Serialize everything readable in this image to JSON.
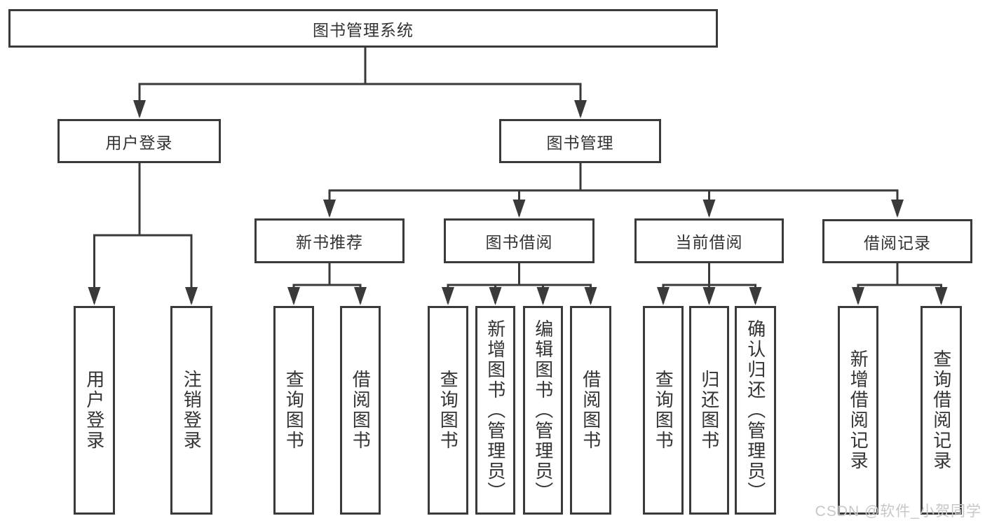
{
  "diagram": {
    "title": "图书管理系统",
    "level2": {
      "user_login": "用户登录",
      "book_mgmt": "图书管理"
    },
    "level3": {
      "new_books": "新书推荐",
      "book_borrow": "图书借阅",
      "current_borrow": "当前借阅",
      "borrow_records": "借阅记录"
    },
    "leaves": {
      "login": [
        "用户登录",
        "注销登录"
      ],
      "new_books": [
        "查询图书",
        "借阅图书"
      ],
      "book_borrow": [
        "查询图书",
        "新增图书（管理员）",
        "编辑图书（管理员）",
        "借阅图书"
      ],
      "current_borrow": [
        "查询图书",
        "归还图书",
        "确认归还（管理员）"
      ],
      "borrow_records": [
        "新增借阅记录",
        "查询借阅记录"
      ]
    },
    "watermark": "CSDN @软件_小贺同学",
    "colors": {
      "line": "#3a3a3a",
      "text": "#333333",
      "watermark": "#c7c7c7"
    }
  }
}
